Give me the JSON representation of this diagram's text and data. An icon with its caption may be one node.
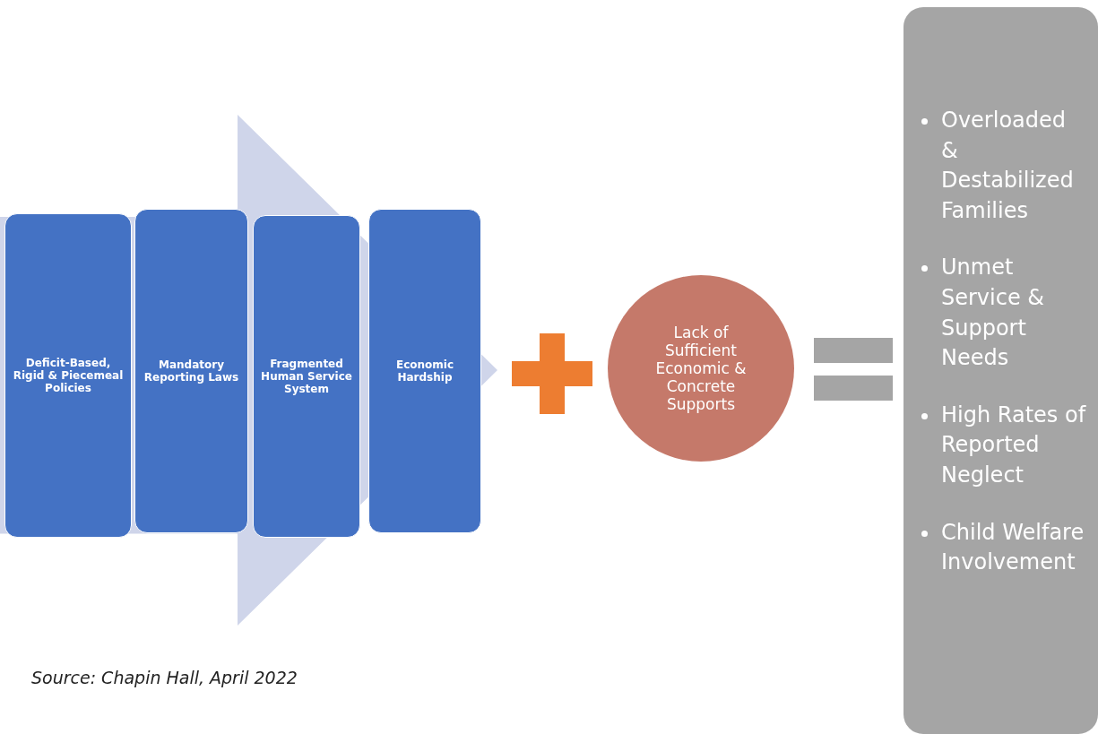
{
  "diagram": {
    "caption": "Source: Chapin Hall, April 2022",
    "nodes": [
      {
        "text": [],
        "shape": "arrow"
      },
      {
        "text": [
          "Deficit-Based, Rigid & Piecemeal Policies"
        ],
        "in": 0
      },
      {
        "text": [
          "Mandatory Reporting Laws"
        ],
        "in": 0
      },
      {
        "text": [
          "Fragmented Human Service System"
        ],
        "in": 0
      },
      {
        "text": [
          "Economic Hardship"
        ],
        "in": 0
      },
      {
        "text": [
          "Lack of Sufficient Economic & Concrete Supports"
        ]
      },
      {
        "text": [
          "Overloaded & Destabilized Families",
          "Unmet Service & Support Needs",
          "High Rates of Reported Neglect",
          "Child Welfare Involvement"
        ]
      }
    ]
  }
}
